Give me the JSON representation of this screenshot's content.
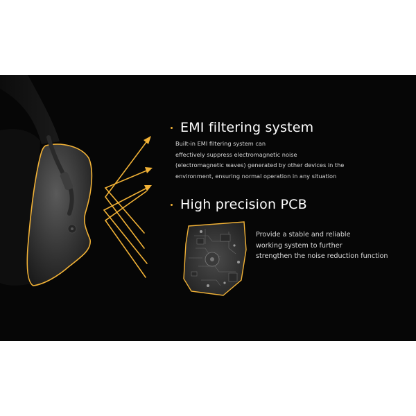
{
  "colors": {
    "background": "#060606",
    "page": "#ffffff",
    "accent": "#f2b236",
    "heading": "#ffffff",
    "body": "#d6d6d6"
  },
  "icons": {
    "bullet": "dot",
    "arrows": "arrow-up-right"
  },
  "sections": {
    "emi": {
      "title": "EMI filtering system",
      "lines": [
        "Built-in EMI filtering system can",
        "effectively suppress electromagnetic noise",
        "(electromagnetic waves) generated by other devices in the",
        "environment, ensuring normal operation in any situation"
      ]
    },
    "pcb": {
      "title": "High precision PCB",
      "lines": [
        "Provide a stable and reliable",
        "working system to further",
        "strengthen the noise reduction function"
      ]
    }
  }
}
